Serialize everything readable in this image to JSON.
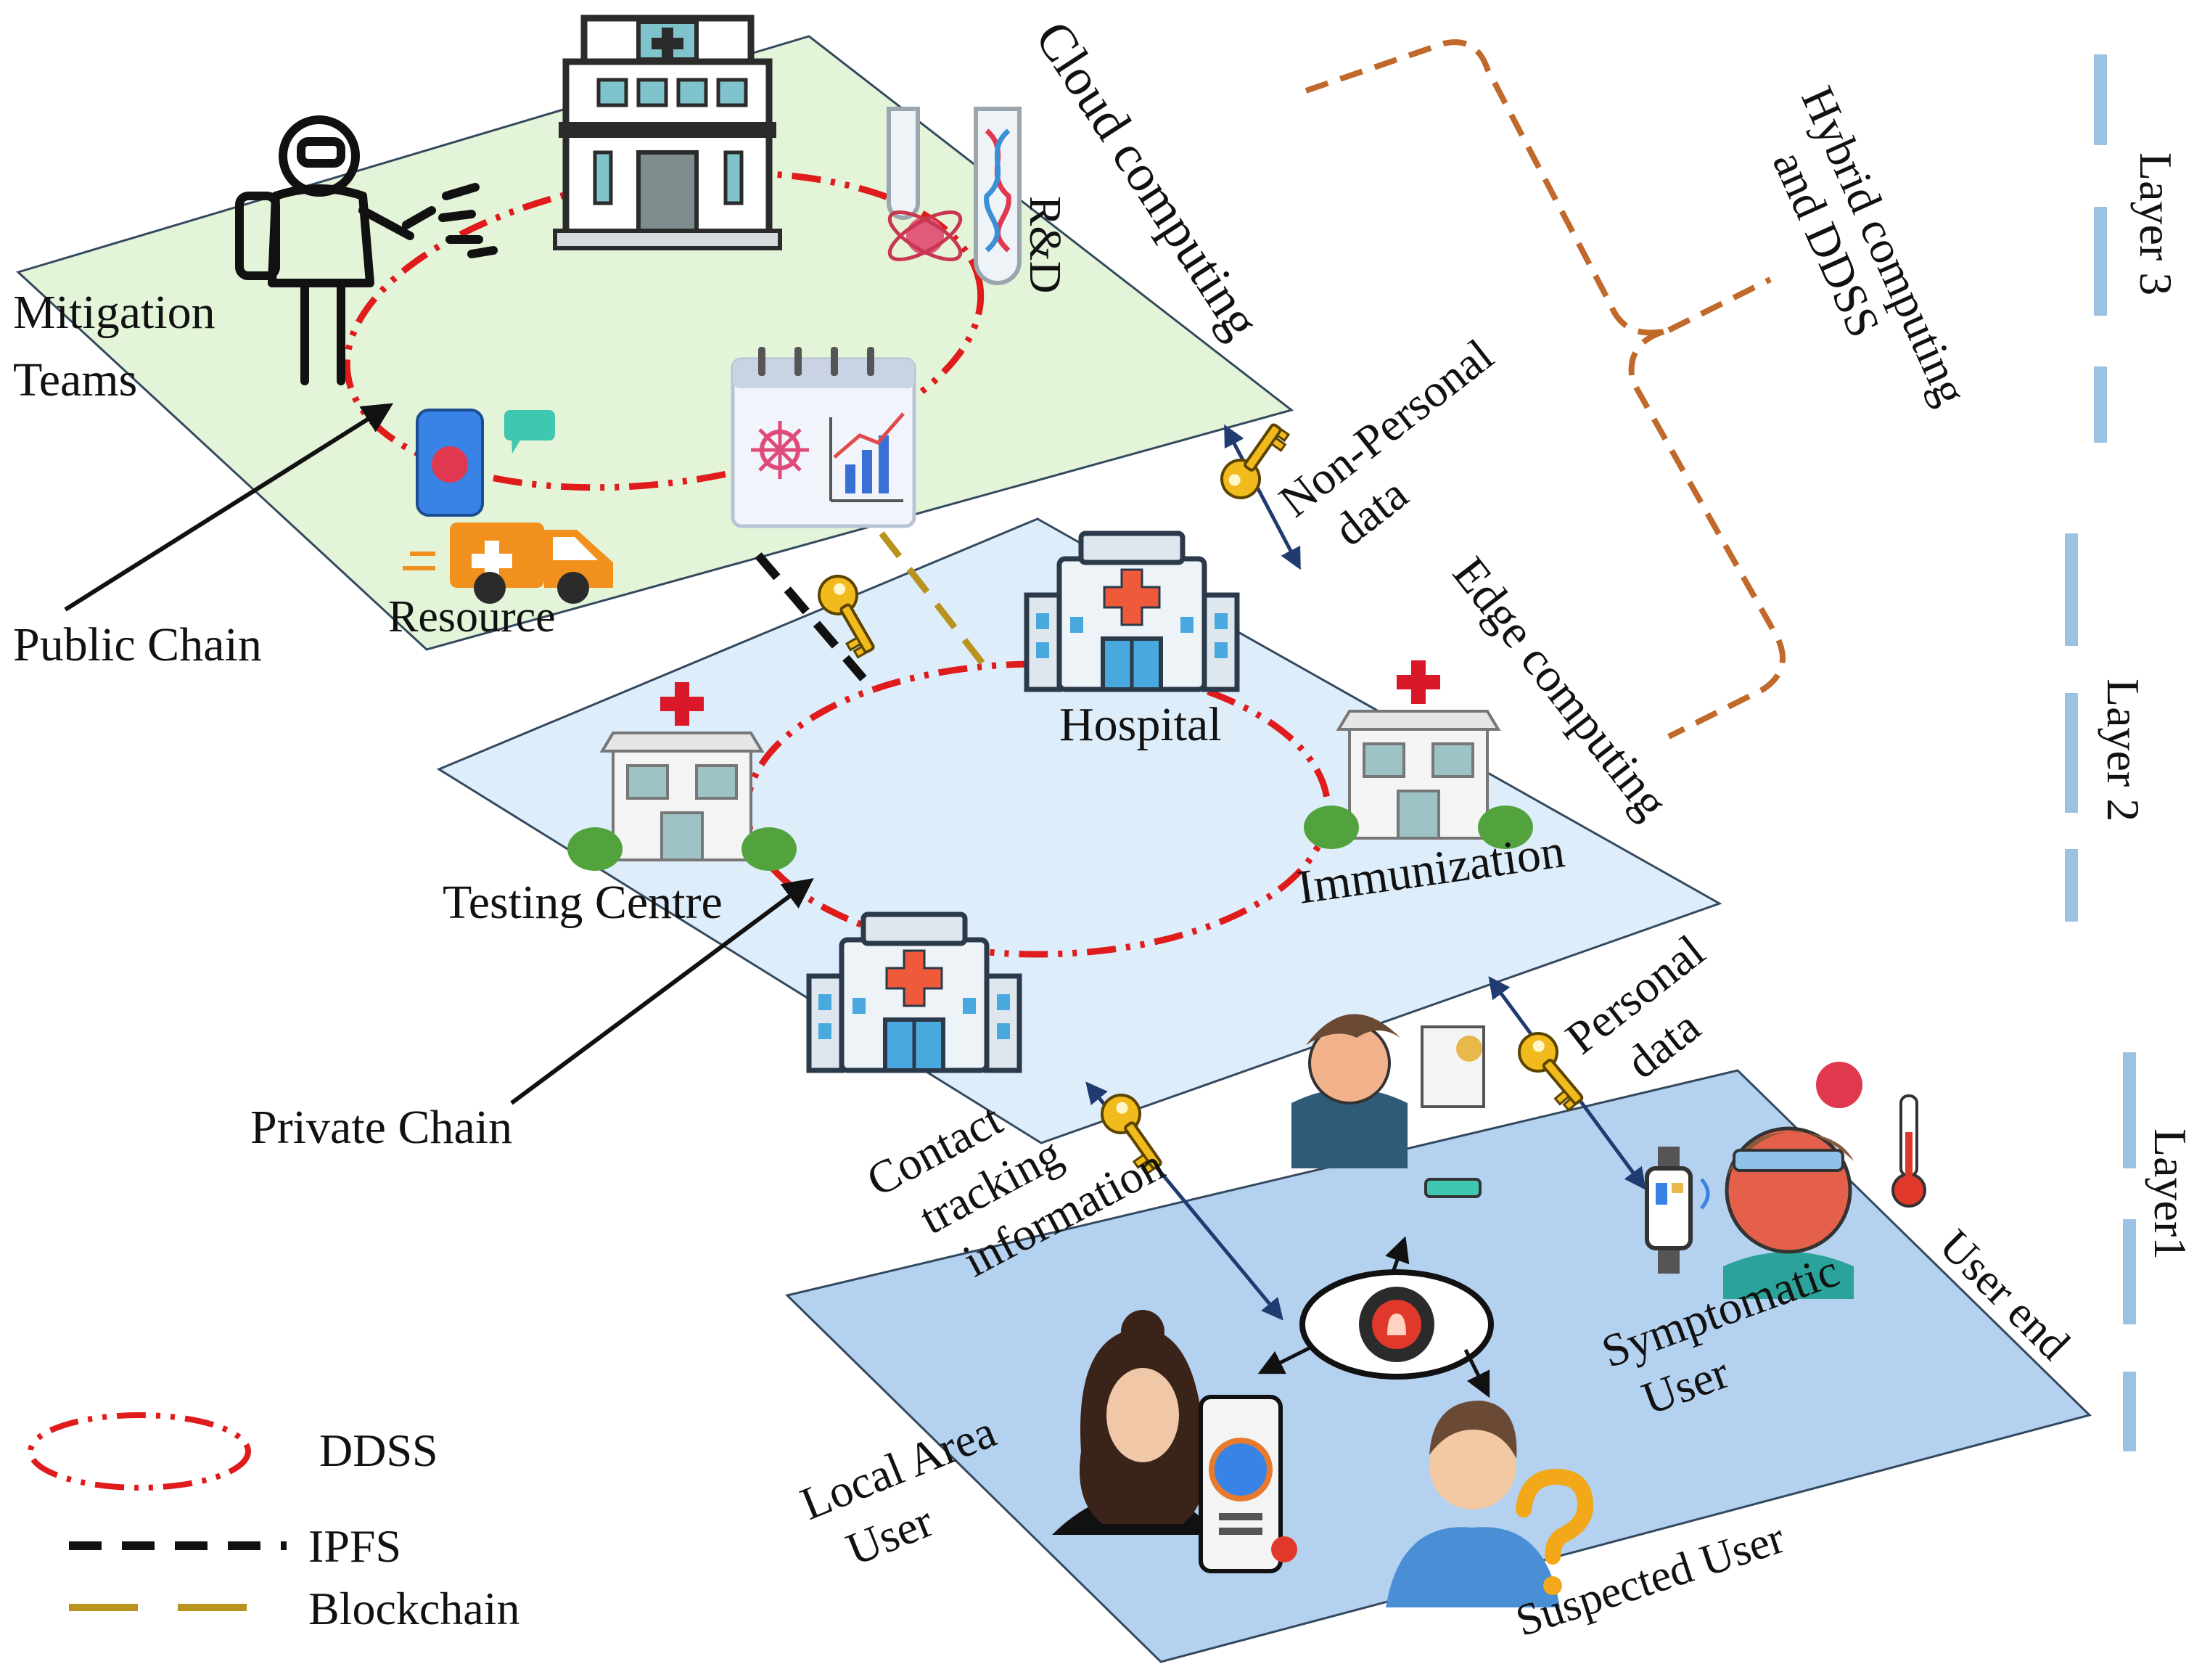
{
  "colors": {
    "plane_top": "#e3f4d9",
    "plane_mid": "#deedfa",
    "plane_bottom": "#b4d1f0",
    "plane_stroke": "#34495e",
    "ddss": "#e01b1b",
    "ipfs": "#111111",
    "blockchain": "#b8941e",
    "hybrid": "#c0692a",
    "layer_marker": "#9cc2e3",
    "arrow": "#1f3b70",
    "key": "#f2bb1d"
  },
  "labels": {
    "cloud_computing": "Cloud computing",
    "edge_computing": "Edge computing",
    "hybrid_line1": "Hybrid computing",
    "hybrid_line2": "and DDSS",
    "layer3": "Layer 3",
    "layer2": "Layer 2",
    "layer1": "Layer1",
    "user_end": "User end",
    "mitigation_line1": "Mitigation",
    "mitigation_line2": "Teams",
    "rd": "R&D",
    "resource": "Resource",
    "public_chain": "Public Chain",
    "private_chain": "Private Chain",
    "hospital": "Hospital",
    "testing_centre": "Testing Centre",
    "immunization": "Immunization",
    "non_personal_line1": "Non-Personal",
    "non_personal_line2": "data",
    "personal_line1": "Personal",
    "personal_line2": "data",
    "contact_line1": "Contact",
    "contact_line2": "tracking",
    "contact_line3": "information",
    "symptomatic_line1": "Symptomatic",
    "symptomatic_line2": "User",
    "local_line1": "Local Area",
    "local_line2": "User",
    "suspected_user": "Suspected User"
  },
  "legend": {
    "ddss": "DDSS",
    "ipfs": "IPFS",
    "blockchain": "Blockchain"
  },
  "icons": [
    "hazmat-worker-icon",
    "research-building-icon",
    "lab-flasks-dna-icon",
    "mobile-alert-icon",
    "ambulance-icon",
    "analytics-board-icon",
    "hospital-icon",
    "testing-centre-icon",
    "immunization-building-icon",
    "medical-building-icon",
    "key-icon",
    "vaccinated-user-icon",
    "alarm-eye-icon",
    "smartwatch-icon",
    "sick-user-icon",
    "local-user-icon",
    "phone-thermometer-icon",
    "suspected-user-icon"
  ]
}
